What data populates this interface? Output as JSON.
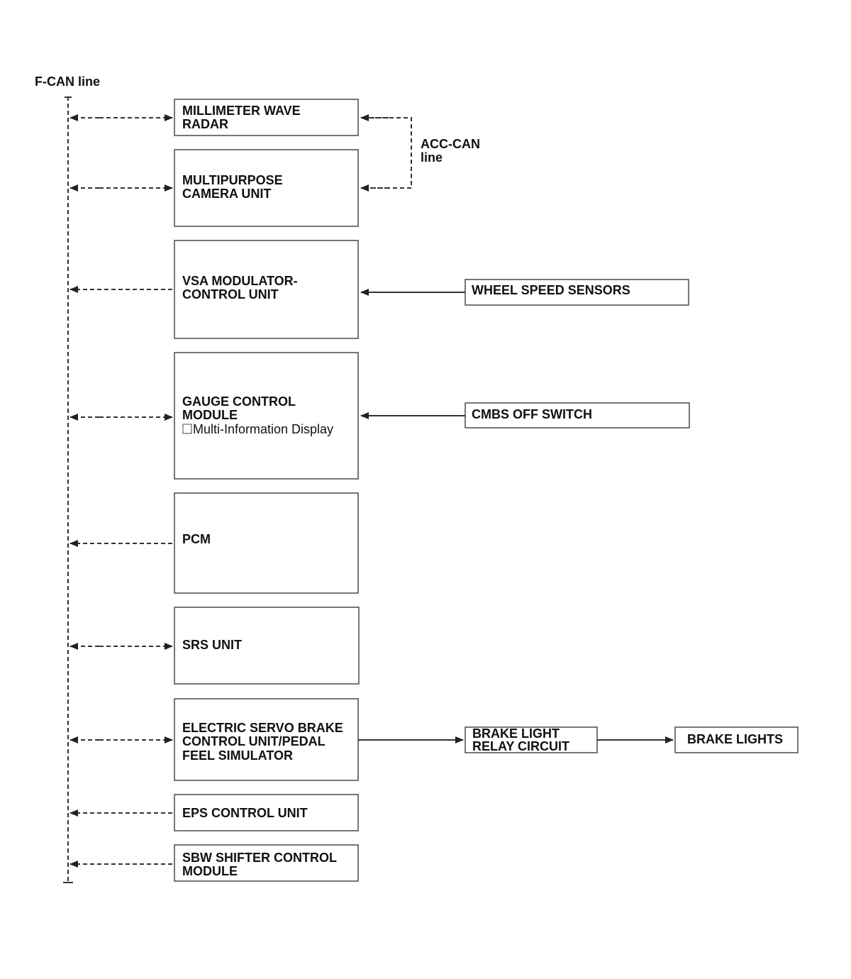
{
  "bus": {
    "fcan_label": "F-CAN line",
    "acc_can_label_1": "ACC-CAN",
    "acc_can_label_2": "line"
  },
  "modules": {
    "radar": [
      "MILLIMETER WAVE",
      "RADAR"
    ],
    "camera": [
      "MULTIPURPOSE",
      "CAMERA UNIT"
    ],
    "vsa": [
      "VSA MODULATOR-",
      "CONTROL UNIT"
    ],
    "gauge": [
      "GAUGE CONTROL",
      "MODULE"
    ],
    "gauge_sub": "Multi-Information Display",
    "pcm": [
      "PCM"
    ],
    "srs": [
      "SRS UNIT"
    ],
    "esb": [
      "ELECTRIC SERVO BRAKE",
      "CONTROL UNIT/PEDAL",
      "FEEL SIMULATOR"
    ],
    "eps": [
      "EPS CONTROL UNIT"
    ],
    "sbw": [
      "SBW SHIFTER CONTROL",
      "MODULE"
    ]
  },
  "inputs": {
    "wheel_speed": "WHEEL SPEED SENSORS",
    "cmbs_off": "CMBS OFF SWITCH",
    "brake_relay": [
      "BRAKE LIGHT",
      "RELAY CIRCUIT"
    ],
    "brake_lights": "BRAKE LIGHTS"
  },
  "colors": {
    "line": "#333333",
    "box_border": "#555555",
    "text": "#111111"
  }
}
